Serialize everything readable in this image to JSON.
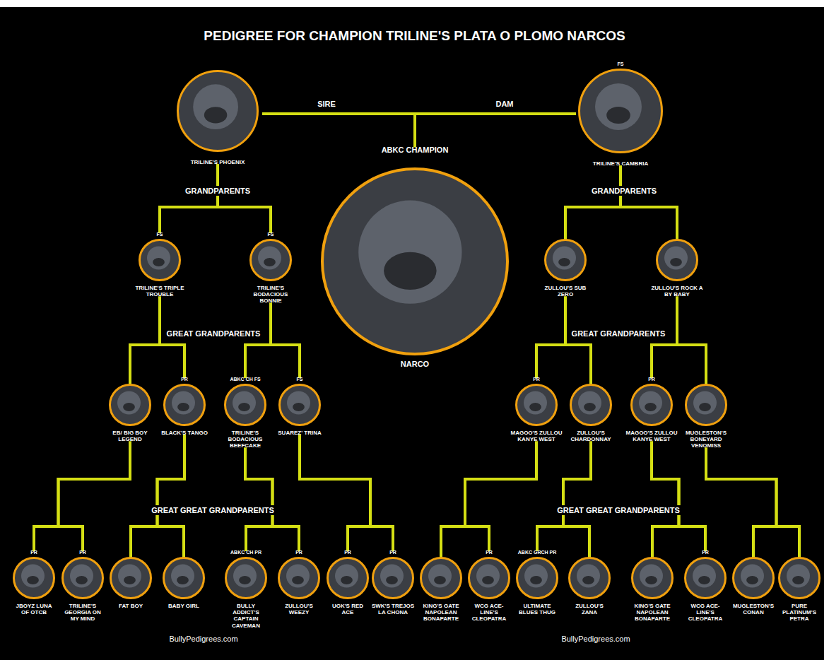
{
  "diagram": {
    "title": "PEDIGREE FOR CHAMPION TRILINE'S PLATA O PLOMO NARCOS",
    "nodes": [
      {
        "text": [
          "TRILINE'S PHOENIX"
        ]
      },
      {
        "text": [
          "FS",
          "TRILINE'S CAMBRIA"
        ]
      },
      {
        "text": [
          "ABKC CHAMPION",
          "NARCO"
        ]
      },
      {
        "text": [
          "FS",
          "TRILINE'S TRIPLE TROUBLE"
        ]
      },
      {
        "text": [
          "FS",
          "TRILINE'S BODACIOUS BONNIE"
        ]
      },
      {
        "text": [
          "ZULLOU'S SUB ZERO"
        ]
      },
      {
        "text": [
          "ZULLOU'S ROCK A BY BABY"
        ]
      },
      {
        "text": [
          "EB/ BIG BOY LEGEND"
        ]
      },
      {
        "text": [
          "PR",
          "BLACK'S TANGO"
        ]
      },
      {
        "text": [
          "ABKC CH FS",
          "TRILINE'S BODACIOUS BEEFCAKE"
        ]
      },
      {
        "text": [
          "FS",
          "SUAREZ' TRINA"
        ]
      },
      {
        "text": [
          "PR",
          "MAGOO'S ZULLOU KANYE WEST"
        ]
      },
      {
        "text": [
          "ZULLOU'S CHARDONNAY"
        ]
      },
      {
        "text": [
          "PR",
          "MAGOO'S ZULLOU KANYE WEST"
        ]
      },
      {
        "text": [
          "MUGLESTON'S BONEYARD VENOMISS"
        ]
      },
      {
        "text": [
          "PR",
          "JBOYZ LUNA OF OTCB"
        ]
      },
      {
        "text": [
          "PR",
          "TRILINE'S GEORGIA ON MY MIND"
        ]
      },
      {
        "text": [
          "FAT BOY"
        ]
      },
      {
        "text": [
          "BABY GIRL"
        ]
      },
      {
        "text": [
          "ABKC CH PR",
          "BULLY ADDICT'S CAPTAIN CAVEMAN"
        ]
      },
      {
        "text": [
          "PR",
          "ZULLOU'S WEEZY"
        ]
      },
      {
        "text": [
          "PR",
          "UGK'S RED ACE"
        ]
      },
      {
        "text": [
          "PR",
          "SWK'S TREJOS LA CHONA"
        ]
      },
      {
        "text": [
          "KING'S GATE NAPOLEAN BONAPARTE"
        ]
      },
      {
        "text": [
          "PR",
          "WCG ACE-LINE'S CLEOPATRA"
        ]
      },
      {
        "text": [
          "ABKC GRCH PR",
          "ULTIMATE BLUES THUG"
        ]
      },
      {
        "text": [
          "ZULLOU'S ZANA"
        ]
      },
      {
        "text": [
          "KING'S GATE NAPOLEAN BONAPARTE"
        ]
      },
      {
        "text": [
          "PR",
          "WCG ACE-LINE'S CLEOPATRA"
        ]
      },
      {
        "text": [
          "MUGLESTON'S CONAN"
        ]
      },
      {
        "text": [
          "PURE PLATINUM'S PETRA"
        ]
      }
    ],
    "edges": [
      {
        "from": 0,
        "to": 2,
        "arrow": "none"
      },
      {
        "from": 1,
        "to": 2,
        "arrow": "none"
      },
      {
        "from": 0,
        "to": 3,
        "arrow": "none"
      },
      {
        "from": 0,
        "to": 4,
        "arrow": "none"
      },
      {
        "from": 1,
        "to": 5,
        "arrow": "none"
      },
      {
        "from": 1,
        "to": 6,
        "arrow": "none"
      },
      {
        "from": 3,
        "to": 7,
        "arrow": "none"
      },
      {
        "from": 3,
        "to": 8,
        "arrow": "none"
      },
      {
        "from": 4,
        "to": 9,
        "arrow": "none"
      },
      {
        "from": 4,
        "to": 10,
        "arrow": "none"
      },
      {
        "from": 5,
        "to": 11,
        "arrow": "none"
      },
      {
        "from": 5,
        "to": 12,
        "arrow": "none"
      },
      {
        "from": 6,
        "to": 13,
        "arrow": "none"
      },
      {
        "from": 6,
        "to": 14,
        "arrow": "none"
      },
      {
        "from": 7,
        "to": 15,
        "arrow": "none"
      },
      {
        "from": 7,
        "to": 16,
        "arrow": "none"
      },
      {
        "from": 8,
        "to": 17,
        "arrow": "none"
      },
      {
        "from": 8,
        "to": 18,
        "arrow": "none"
      },
      {
        "from": 9,
        "to": 19,
        "arrow": "none"
      },
      {
        "from": 9,
        "to": 20,
        "arrow": "none"
      },
      {
        "from": 10,
        "to": 21,
        "arrow": "none"
      },
      {
        "from": 10,
        "to": 22,
        "arrow": "none"
      },
      {
        "from": 11,
        "to": 23,
        "arrow": "none"
      },
      {
        "from": 11,
        "to": 24,
        "arrow": "none"
      },
      {
        "from": 12,
        "to": 25,
        "arrow": "none"
      },
      {
        "from": 12,
        "to": 26,
        "arrow": "none"
      },
      {
        "from": 13,
        "to": 27,
        "arrow": "none"
      },
      {
        "from": 13,
        "to": 28,
        "arrow": "none"
      },
      {
        "from": 14,
        "to": 29,
        "arrow": "none"
      },
      {
        "from": 14,
        "to": 30,
        "arrow": "none"
      }
    ],
    "labels": [
      "SIRE",
      "DAM",
      "GRANDPARENTS",
      "GRANDPARENTS",
      "GREAT GRANDPARENTS",
      "GREAT GRANDPARENTS",
      "GREAT GREAT GRANDPARENTS",
      "GREAT GREAT GRANDPARENTS",
      "BullyPedigrees.com",
      "BullyPedigrees.com"
    ]
  }
}
